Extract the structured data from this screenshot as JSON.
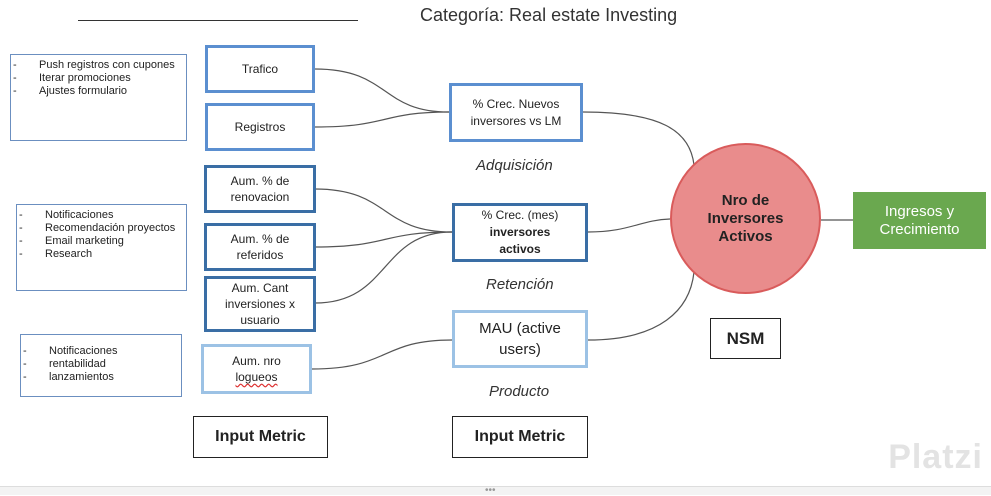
{
  "header": {
    "category": "Categoría: Real estate Investing"
  },
  "notes": [
    {
      "items": [
        "Push registros con cupones",
        "Iterar promociones",
        "Ajustes formulario"
      ]
    },
    {
      "items": [
        "Notificaciones",
        "Recomendación proyectos",
        "Email marketing",
        "Research"
      ]
    },
    {
      "items": [
        "Notificaciones",
        "rentabilidad",
        "lanzamientos"
      ]
    }
  ],
  "input_metrics": {
    "trafico": "Trafico",
    "registros": "Registros",
    "renovacion": "Aum. % de renovacion",
    "referidos": "Aum. % de referidos",
    "inversiones": "Aum. Cant inversiones x usuario",
    "logueos_a": "Aum. nro",
    "logueos_b": "logueos"
  },
  "mid_metrics": {
    "adquisicion": "% Crec. Nuevos inversores vs LM",
    "retencion_a": "% Crec. (mes)",
    "retencion_b": "inversores activos",
    "producto": "MAU (active users)"
  },
  "stages": {
    "adquisicion": "Adquisición",
    "retencion": "Retención",
    "producto": "Producto"
  },
  "north_star": {
    "circle": "Nro de Inversores Activos",
    "tag": "NSM"
  },
  "outcome": "Ingresos y Crecimiento",
  "footer": {
    "left": "Input Metric",
    "right": "Input Metric"
  },
  "brand": "Platzi",
  "colors": {
    "nsm_fill": "#e98c8c",
    "outcome_fill": "#6aa84f",
    "box_border": "#5b8fd0"
  }
}
